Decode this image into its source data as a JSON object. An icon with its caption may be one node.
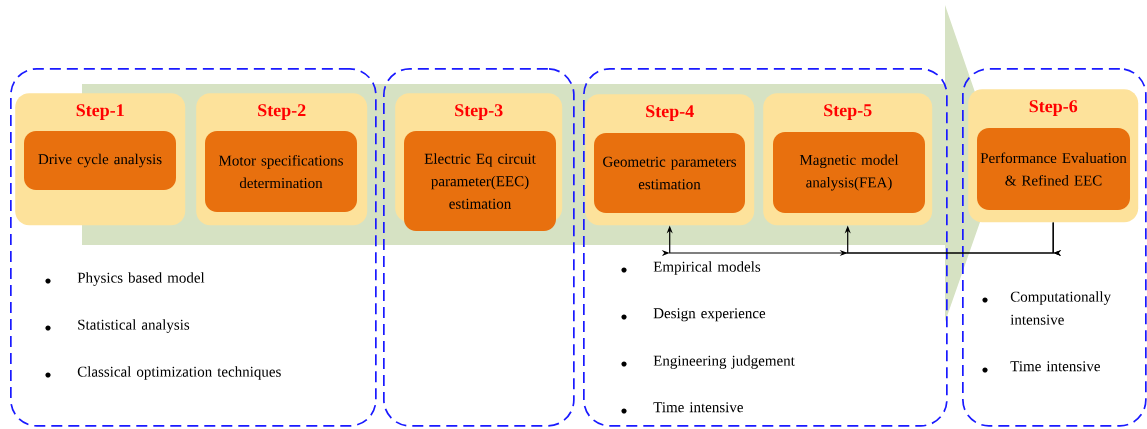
{
  "diagram": {
    "nodes": [
      {
        "text": [
          "Physics based model",
          "Statistical analysis",
          "Classical optimization techniques"
        ]
      },
      {
        "text": [
          "Step-1"
        ],
        "in": 0
      },
      {
        "text": [
          "Drive cycle analysis"
        ],
        "in": 1
      },
      {
        "text": [
          "Step-2"
        ],
        "in": 0
      },
      {
        "text": [
          "Motor specifications determination"
        ],
        "in": 3
      },
      {
        "text": [],
        "shape": "box"
      },
      {
        "text": [
          "Step-3"
        ],
        "in": 5
      },
      {
        "text": [
          "Electric Eq circuit parameter(EEC) estimation"
        ],
        "in": 6
      },
      {
        "text": [
          "Empirical models",
          "Design experience",
          "Engineering judgement",
          "Time intensive"
        ]
      },
      {
        "text": [
          "Step-4"
        ],
        "in": 8
      },
      {
        "text": [
          "Geometric parameters estimation"
        ],
        "in": 9
      },
      {
        "text": [
          "Step-5"
        ],
        "in": 8
      },
      {
        "text": [
          "Magnetic model analysis(FEA)"
        ],
        "in": 11
      },
      {
        "text": [
          "Computationally intensive",
          "Time intensive"
        ]
      },
      {
        "text": [
          "Step-6"
        ],
        "in": 13
      },
      {
        "text": [
          "Performance Evaluation & Refined EEC"
        ],
        "in": 14
      }
    ],
    "edges": [
      {
        "from": 14,
        "to": 9,
        "arrow": "to"
      },
      {
        "from": 14,
        "to": 11,
        "arrow": "to"
      }
    ]
  }
}
